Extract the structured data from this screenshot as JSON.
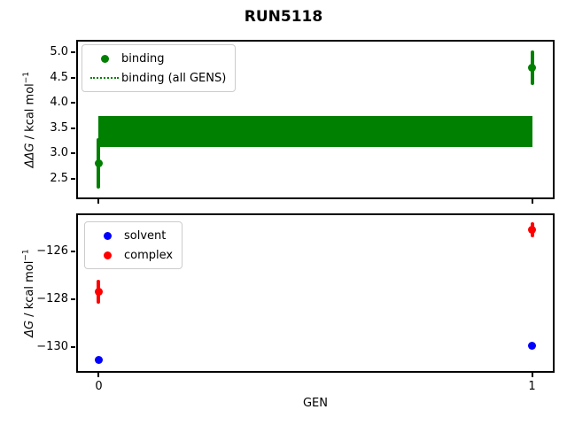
{
  "figure": {
    "title": "RUN5118",
    "background": "#ffffff"
  },
  "colors": {
    "binding": "#008000",
    "solvent": "#0000ff",
    "complex": "#ff0000",
    "spine": "#000000",
    "legend_border": "#cccccc"
  },
  "chart_data": [
    {
      "type": "scatter",
      "name": "ddg-vs-gen",
      "title": "",
      "xlabel": "",
      "ylabel": "ΔΔG / kcal mol⁻¹",
      "ylabel_parts": {
        "variable": "ΔΔG",
        "unit": " / kcal mol",
        "exponent": "−1"
      },
      "xlim": [
        -0.05,
        1.05
      ],
      "ylim": [
        2.11,
        5.23
      ],
      "yticks": [
        5.0,
        4.5,
        4.0,
        3.5,
        3.0,
        2.5
      ],
      "ytick_labels": [
        "5.0",
        "4.5",
        "4.0",
        "3.5",
        "3.0",
        "2.5"
      ],
      "xticks": [
        0,
        1
      ],
      "xtick_labels": [],
      "grid": false,
      "legend_position": "upper left",
      "series": [
        {
          "name": "binding",
          "color": "#008000",
          "marker": "circle",
          "x": [
            0,
            1
          ],
          "y": [
            2.8,
            4.7
          ],
          "yerr": [
            0.5,
            0.34
          ]
        },
        {
          "name": "binding (all GENS)",
          "color": "#008000",
          "style": "dotted",
          "mean": 3.43,
          "band": [
            3.12,
            3.74
          ],
          "x_range": [
            0,
            1
          ]
        }
      ]
    },
    {
      "type": "scatter",
      "name": "dg-vs-gen",
      "title": "",
      "xlabel": "GEN",
      "ylabel": "ΔG / kcal mol⁻¹",
      "ylabel_parts": {
        "variable": "ΔG",
        "unit": " / kcal mol",
        "exponent": "−1"
      },
      "xlim": [
        -0.05,
        1.05
      ],
      "ylim": [
        -131.05,
        -124.45
      ],
      "yticks": [
        -126,
        -128,
        -130
      ],
      "ytick_labels": [
        "−126",
        "−128",
        "−130"
      ],
      "xticks": [
        0,
        1
      ],
      "xtick_labels": [
        "0",
        "1"
      ],
      "grid": false,
      "legend_position": "upper left",
      "series": [
        {
          "name": "solvent",
          "color": "#0000ff",
          "marker": "circle",
          "x": [
            0,
            1
          ],
          "y": [
            -130.55,
            -129.95
          ],
          "yerr": [
            0.07,
            0.07
          ]
        },
        {
          "name": "complex",
          "color": "#ff0000",
          "marker": "circle",
          "x": [
            0,
            1
          ],
          "y": [
            -127.7,
            -125.1
          ],
          "yerr": [
            0.5,
            0.3
          ]
        }
      ]
    }
  ]
}
